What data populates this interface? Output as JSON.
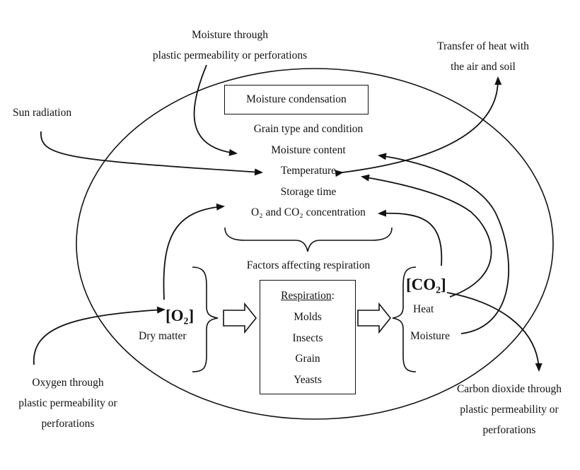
{
  "external": {
    "moisture_in": [
      "Moisture through",
      "plastic permeability or perforations"
    ],
    "heat_transfer": [
      "Transfer of heat with",
      "the air and soil"
    ],
    "sun": "Sun radiation",
    "oxygen_in": [
      "Oxygen through",
      "plastic permeability or",
      "perforations"
    ],
    "co2_out": [
      "Carbon dioxide through",
      "plastic permeability or",
      "perforations"
    ]
  },
  "top_box": "Moisture condensation",
  "factors": [
    "Grain type and condition",
    "Moisture content",
    "Temperature",
    "Storage time",
    "O₂ and CO₂ concentration"
  ],
  "factors_caption": "Factors affecting respiration",
  "left_group": {
    "gas": "[O₂]",
    "item": "Dry matter"
  },
  "respiration": {
    "title": "Respiration",
    "colon": ":",
    "items": [
      "Molds",
      "Insects",
      "Grain",
      "Yeasts"
    ]
  },
  "right_group": {
    "gas": "[CO₂]",
    "items": [
      "Heat",
      "Moisture"
    ]
  }
}
